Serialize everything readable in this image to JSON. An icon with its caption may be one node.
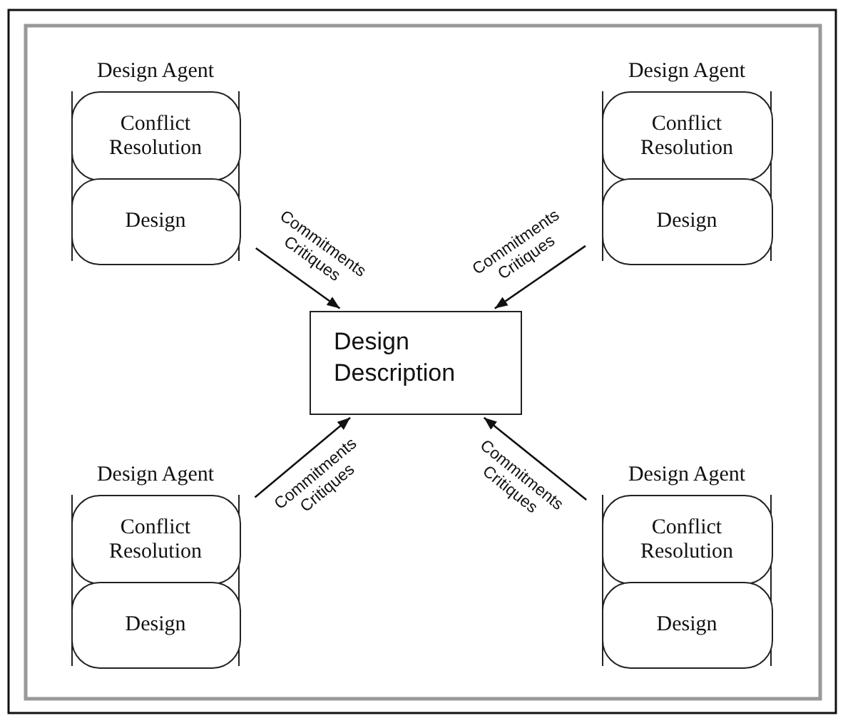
{
  "diagram": {
    "nodes": [
      {
        "text": [
          "Design Agent"
        ]
      },
      {
        "text": [
          "Conflict Resolution"
        ],
        "in": 0
      },
      {
        "text": [
          "Design"
        ],
        "in": 0
      },
      {
        "text": [
          "Design Agent"
        ]
      },
      {
        "text": [
          "Conflict Resolution"
        ],
        "in": 3
      },
      {
        "text": [
          "Design"
        ],
        "in": 3
      },
      {
        "text": [
          "Design Description"
        ]
      },
      {
        "text": [
          "Design Agent"
        ]
      },
      {
        "text": [
          "Conflict Resolution"
        ],
        "in": 7
      },
      {
        "text": [
          "Design"
        ],
        "in": 7
      },
      {
        "text": [
          "Design Agent"
        ]
      },
      {
        "text": [
          "Conflict Resolution"
        ],
        "in": 10
      },
      {
        "text": [
          "Design"
        ],
        "in": 10
      }
    ],
    "edges": [
      {
        "from": 0,
        "to": 6,
        "arrow": "to",
        "label": "Commitments Critiques"
      },
      {
        "from": 3,
        "to": 6,
        "arrow": "to",
        "label": "Commitments Critiques"
      },
      {
        "from": 7,
        "to": 6,
        "arrow": "to",
        "label": "Commitments Critiques"
      },
      {
        "from": 10,
        "to": 6,
        "arrow": "to",
        "label": "Commitments Critiques"
      }
    ]
  }
}
